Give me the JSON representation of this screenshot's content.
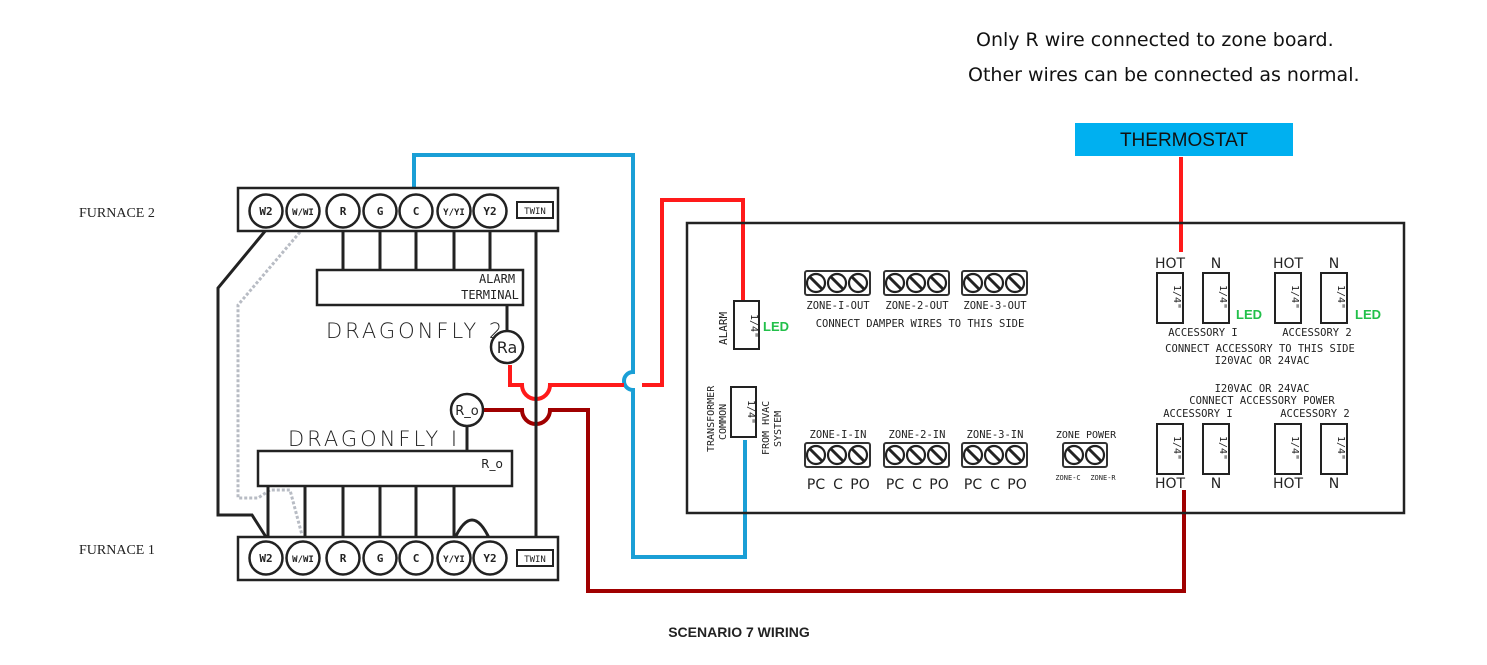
{
  "note": {
    "line1": "Only R wire connected to zone board.",
    "line2": "Other wires can be connected as normal."
  },
  "thermostat": {
    "label": "THERMOSTAT",
    "color": "#00b0f0"
  },
  "furnace2": {
    "label": "FURNACE 2",
    "terminals": [
      "W2",
      "W/WI",
      "R",
      "G",
      "C",
      "Y/YI",
      "Y2"
    ],
    "twin": "TWIN"
  },
  "furnace1": {
    "label": "FURNACE 1",
    "terminals": [
      "W2",
      "W/WI",
      "R",
      "G",
      "C",
      "Y/YI",
      "Y2"
    ],
    "twin": "TWIN"
  },
  "dragonfly2": {
    "label": "DRAGONFLY 2",
    "alarm_line1": "ALARM",
    "alarm_line2": "TERMINAL",
    "ra": "Ra"
  },
  "dragonfly1": {
    "label": "DRAGONFLY I",
    "ro": "R_o",
    "ro_inner": "R_o"
  },
  "zoneboard": {
    "alarm": "ALARM",
    "quarter": "1/4\"",
    "led": "LED",
    "transformer_line1": "TRANSFORMER",
    "transformer_line2": "COMMON",
    "from_line1": "FROM HVAC",
    "from_line2": "SYSTEM",
    "outs": [
      "ZONE-I-OUT",
      "ZONE-2-OUT",
      "ZONE-3-OUT"
    ],
    "damper_note": "CONNECT DAMPER WIRES TO THIS SIDE",
    "ins": [
      "ZONE-I-IN",
      "ZONE-2-IN",
      "ZONE-3-IN"
    ],
    "in_terms": [
      "PC",
      "C",
      "PO"
    ],
    "zone_power": "ZONE POWER",
    "zone_c": "ZONE-C",
    "zone_r": "ZONE-R",
    "hot": "HOT",
    "n": "N",
    "accessory1": "ACCESSORY I",
    "accessory2": "ACCESSORY 2",
    "acc_note1": "CONNECT ACCESSORY TO THIS SIDE",
    "acc_note2": "I20VAC OR 24VAC",
    "pwr_note1": "I20VAC OR 24VAC",
    "pwr_note2": "CONNECT ACCESSORY POWER"
  },
  "wires": {
    "blue": "#1a9fd6",
    "red": "#ff1a1a",
    "darkred": "#a00000",
    "black": "#222222",
    "gray": "#b8bcc4"
  },
  "caption": {
    "scenario": "SCENARIO 7 WIRING"
  }
}
